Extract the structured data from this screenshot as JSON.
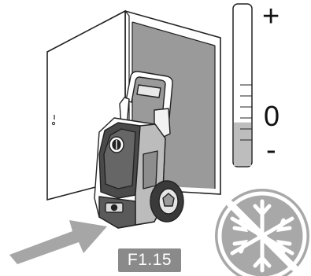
{
  "figure_label": "F1.15",
  "temperature_scale": {
    "marks": [
      "+",
      "0",
      "-"
    ],
    "fill_level": 0.27,
    "fill_color": "#bdbdbd"
  },
  "icons": {
    "pressure_washer": "pressure-washer-icon",
    "door": "open-door-icon",
    "arrow": "push-arrow-icon",
    "no_frost": "no-frost-icon",
    "thermometer": "thermometer-scale-icon"
  },
  "colors": {
    "stroke": "#222222",
    "wall_shade": "#9a9a9a",
    "arrow": "#a6a6a6",
    "no_frost_disc": "#a8a8a8",
    "label_background": "#8a8a8a"
  }
}
